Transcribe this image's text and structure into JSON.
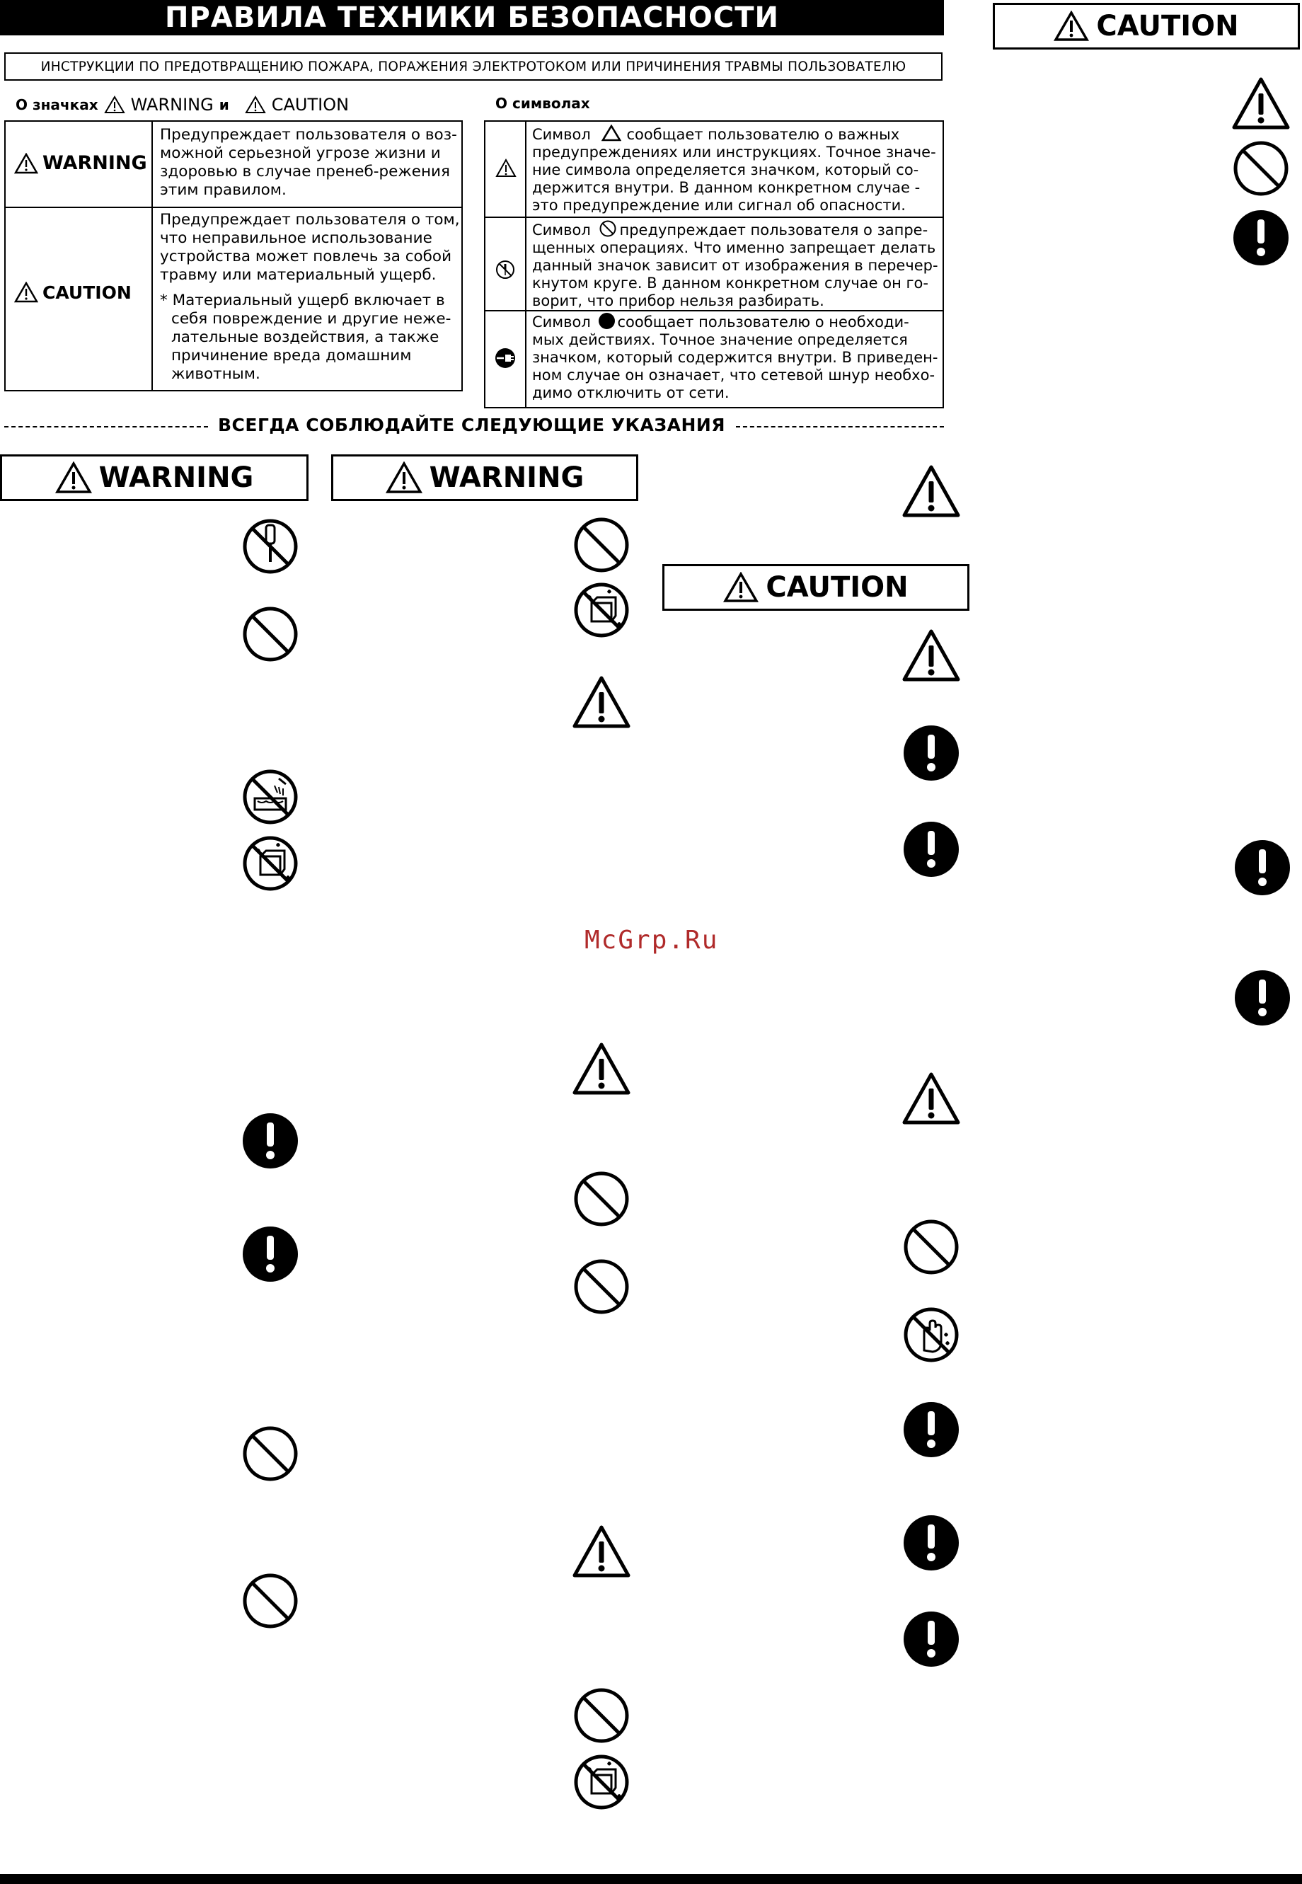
{
  "title": "ПРАВИЛА ТЕХНИКИ БЕЗОПАСНОСТИ",
  "subtitle": "ИНСТРУКЦИИ ПО ПРЕДОТВРАЩЕНИЮ ПОЖАРА, ПОРАЖЕНИЯ ЭЛЕКТРОТОКОМ ИЛИ ПРИЧИНЕНИЯ ТРАВМЫ ПОЛЬЗОВАТЕЛЮ",
  "about_signs": {
    "prefix": "О значках",
    "warning_word": "WARNING",
    "and": "и",
    "caution_word": "CAUTION"
  },
  "about_symbols": "О символах",
  "signal_table": {
    "warning_label": "WARNING",
    "warning_text": [
      "Предупреждает  пользователя о воз-",
      "можной серьезной угрозе жизни и",
      "здоровью в случае пренеб-режения",
      "этим правилом."
    ],
    "caution_label": "CAUTION",
    "caution_text": [
      "Предупреждает пользователя о том,",
      "что неправильное использование",
      "устройства может повлечь за собой",
      "травму или материальный ущерб."
    ],
    "caution_note": [
      "* Материальный ущерб включает в",
      "себя повреждение и другие нeже-",
      "лательные воздействия, а также",
      "причинение вреда домашним",
      "животным."
    ]
  },
  "symbol_table": {
    "triangle_text": [
      "сообщает пользователю о важных",
      "предупреждениях или инструкциях. Точное значе-",
      "ние символа определяется значком, который со-",
      "держится внутри. В данном конкретном случае -",
      "это предупреждение или сигнал об опасности."
    ],
    "prohibit_text": [
      "предупреждает пользователя о запре-",
      "щенных операциях. Что именно запрещает делать",
      "данный значок зависит от изображения в перечер-",
      "кнутом круге. В данном конкретном случае он го-",
      "ворит, что прибор нельзя разбирать."
    ],
    "mandatory_text": [
      "сообщает пользователю о необходи-",
      "мых действиях. Точное значение определяется",
      "значком, который содержится внутри. В приведен-",
      "ном случае он означает, что сетевой шнур необхо-",
      "димо отключить от сети."
    ],
    "symbol_word": "Символ"
  },
  "always_observe": "ВСЕГДА СОБЛЮДАЙТЕ СЛЕДУЮЩИЕ УКАЗАНИЯ",
  "warning_heading": "WARNING",
  "caution_heading": "CAUTION",
  "watermark": "McGrp.Ru"
}
